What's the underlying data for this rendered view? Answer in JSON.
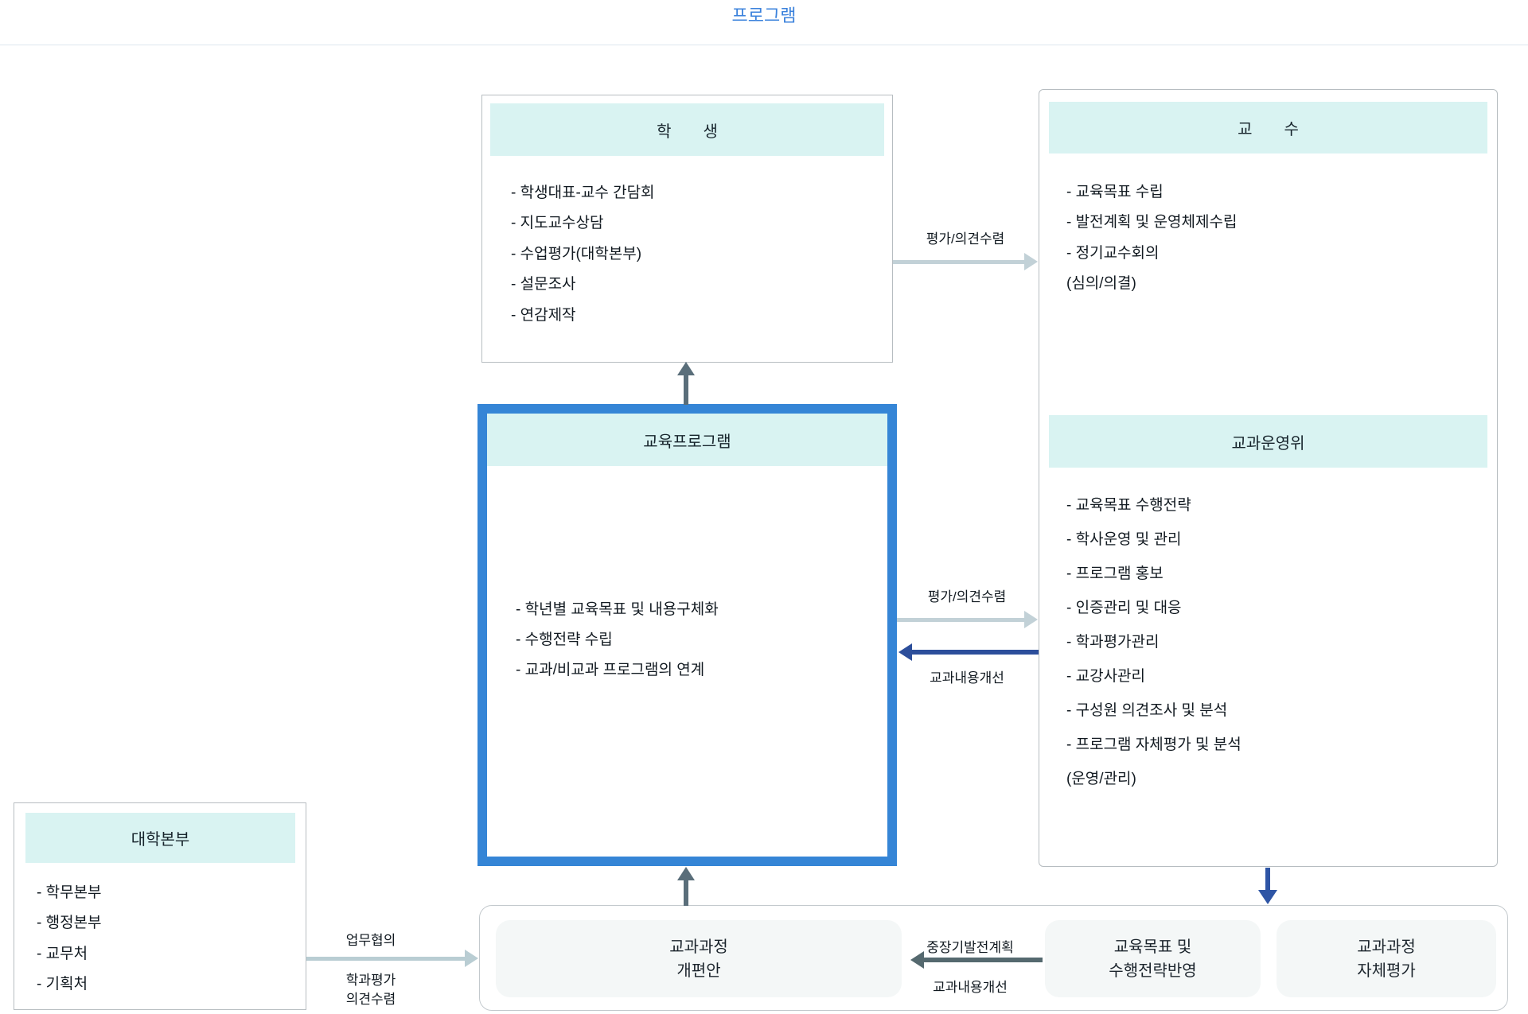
{
  "title": "프로그램",
  "student_box": {
    "header": "학　　생",
    "items": [
      "- 학생대표-교수 간담회",
      "- 지도교수상담",
      "- 수업평가(대학본부)",
      "- 설문조사",
      "- 연감제작"
    ]
  },
  "professor_box": {
    "header": "교　　수",
    "items": [
      "- 교육목표 수립",
      "- 발전계획 및 운영체제수립",
      "- 정기교수회의",
      "(심의/의결)"
    ]
  },
  "committee_box": {
    "header": "교과운영위",
    "items": [
      "- 교육목표 수행전략",
      "- 학사운영 및 관리",
      "- 프로그램 홍보",
      "- 인증관리 및 대응",
      "- 학과평가관리",
      "- 교강사관리",
      "- 구성원 의견조사 및 분석",
      "- 프로그램 자체평가 및 분석",
      "(운영/관리)"
    ]
  },
  "program_box": {
    "header": "교육프로그램",
    "items": [
      "- 학년별 교육목표 및 내용구체화",
      "- 수행전략 수립",
      "- 교과/비교과 프로그램의 연계"
    ]
  },
  "headquarters_box": {
    "header": "대학본부",
    "items": [
      "- 학무본부",
      "- 행정본부",
      "- 교무처",
      "- 기획처"
    ]
  },
  "bottom_panel": {
    "revision_box": "교과과정\n개편안",
    "goal_box": "교육목표 및\n수행전략반영",
    "selfeval_box": "교과과정\n자체평가"
  },
  "arrow_labels": {
    "eval_top": "평가/의견수렴",
    "eval_mid": "평가/의견수렴",
    "improve_mid": "교과내용개선",
    "coop": "업무협의",
    "dept_eval": "학과평가\n의견수렴",
    "midterm": "중장기발전계획",
    "improve_bottom": "교과내용개선"
  },
  "colors": {
    "title_blue": "#3b82dc",
    "program_border_blue": "#3585d6",
    "header_band_cyan": "#d9f3f2",
    "arrow_light_gray": "#c2d1d7",
    "arrow_slate": "#5a6e7a",
    "arrow_navy": "#2c4e9b",
    "arrow_blue": "#2e55a5"
  }
}
